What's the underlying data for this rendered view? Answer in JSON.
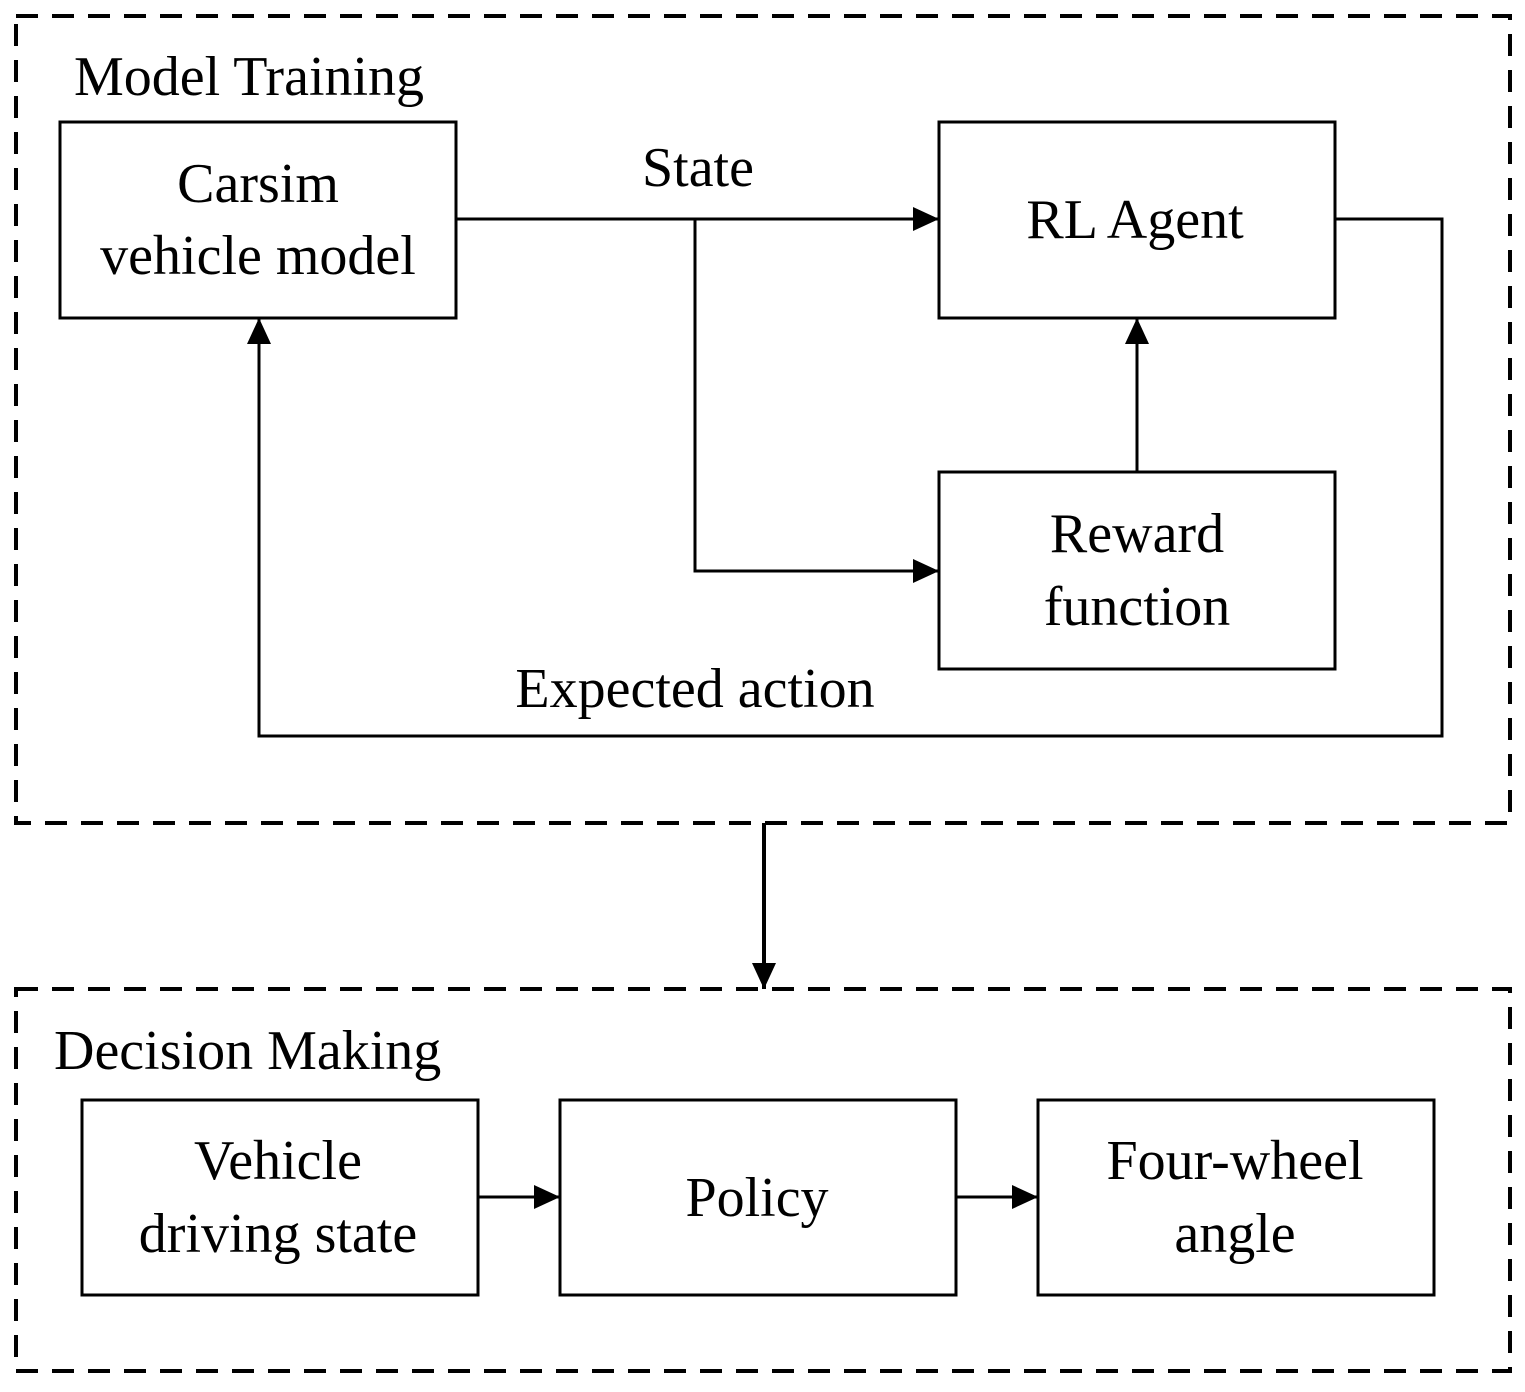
{
  "colors": {
    "stroke": "#000000",
    "background": "#ffffff"
  },
  "groups": {
    "training": {
      "title": "Model Training"
    },
    "decision": {
      "title": "Decision Making"
    }
  },
  "nodes": {
    "carsim": {
      "line1": "Carsim",
      "line2": "vehicle model"
    },
    "agent": {
      "line1": "RL Agent"
    },
    "reward": {
      "line1": "Reward",
      "line2": "function"
    },
    "driving_state": {
      "line1": "Vehicle",
      "line2": "driving state"
    },
    "policy": {
      "line1": "Policy"
    },
    "four_wheel": {
      "line1": "Four-wheel",
      "line2": "angle"
    }
  },
  "edges": {
    "state": {
      "label": "State"
    },
    "expected_action": {
      "label": "Expected action"
    }
  }
}
